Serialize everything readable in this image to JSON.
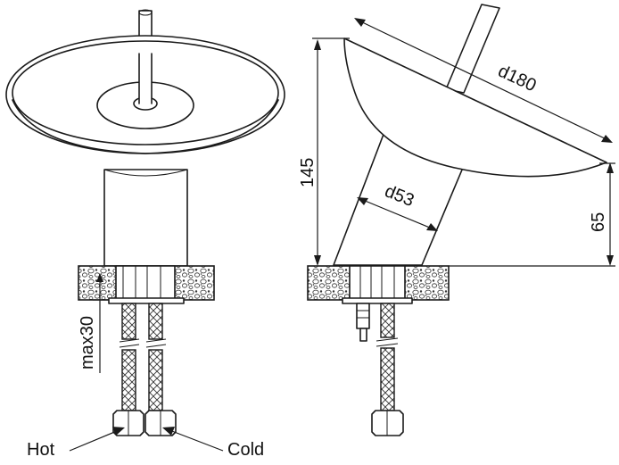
{
  "figure": {
    "labels": {
      "hot": "Hot",
      "cold": "Cold",
      "max_depth": "max30",
      "height_total": "145",
      "spout_diameter": "d180",
      "body_diameter": "d53",
      "spout_height": "65"
    }
  }
}
